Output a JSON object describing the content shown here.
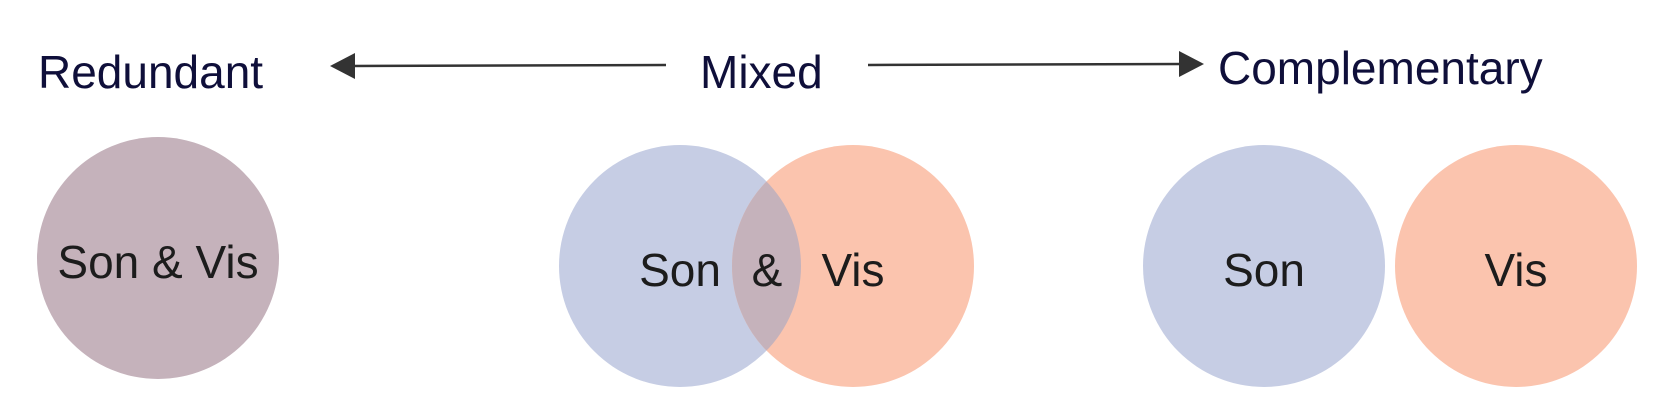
{
  "headings": {
    "redundant": "Redundant",
    "mixed": "Mixed",
    "complementary": "Complementary"
  },
  "panels": {
    "redundant": {
      "label": "Son & Vis"
    },
    "mixed": {
      "left_label": "Son",
      "amp_label": "&",
      "right_label": "Vis"
    },
    "complementary": {
      "left_label": "Son",
      "right_label": "Vis"
    }
  },
  "colors": {
    "heading_text": "#0f0f3a",
    "label_text": "#1c1c1c",
    "arrow": "#333333",
    "sound": "#c6cde4",
    "vision": "#fbc4ae",
    "combined": "#c5b2bb",
    "overlap": "#c5b2bb"
  }
}
